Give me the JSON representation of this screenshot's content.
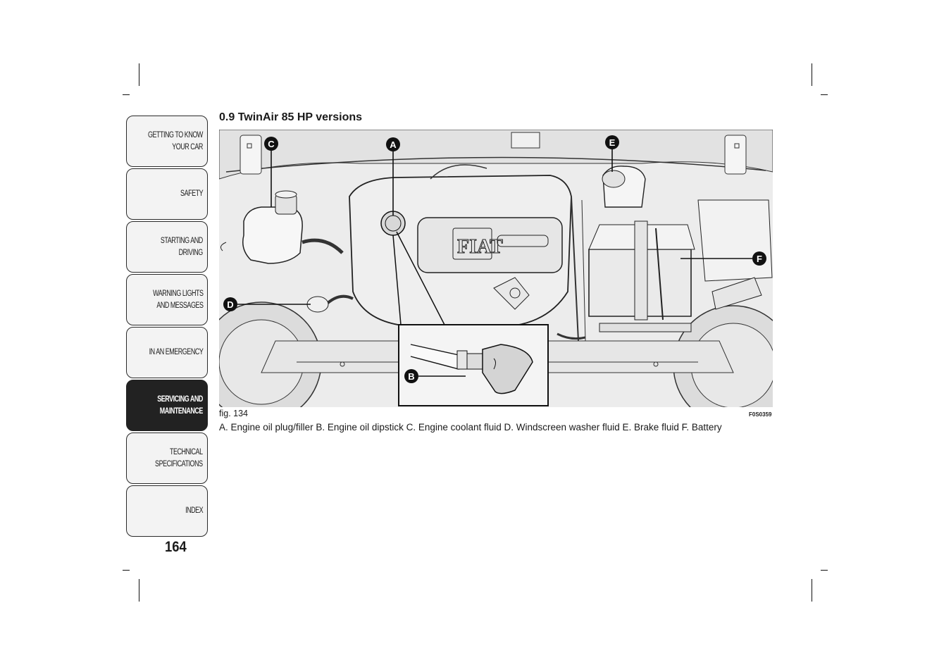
{
  "nav": {
    "tabs": [
      {
        "label": "GETTING TO KNOW\nYOUR CAR",
        "active": false
      },
      {
        "label": "SAFETY",
        "active": false
      },
      {
        "label": "STARTING AND\nDRIVING",
        "active": false
      },
      {
        "label": "WARNING LIGHTS\nAND MESSAGES",
        "active": false
      },
      {
        "label": "IN AN EMERGENCY",
        "active": false
      },
      {
        "label": "SERVICING AND\nMAINTENANCE",
        "active": true
      },
      {
        "label": "TECHNICAL\nSPECIFICATIONS",
        "active": false
      },
      {
        "label": "INDEX",
        "active": false
      }
    ]
  },
  "page_number": "164",
  "section_title": "0.9 TwinAir 85 HP versions",
  "figure": {
    "label": "fig. 134",
    "code": "F0S0359",
    "callouts": [
      "A",
      "B",
      "C",
      "D",
      "E",
      "F"
    ],
    "logo_text": "FIAT",
    "caption": "A. Engine oil plug/filler B. Engine oil dipstick C. Engine coolant fluid D. Windscreen washer fluid E. Brake fluid F. Battery"
  },
  "colors": {
    "active_tab": "#222222",
    "tab_bg": "#f3f3f3",
    "figure_bg": "#ececec"
  }
}
